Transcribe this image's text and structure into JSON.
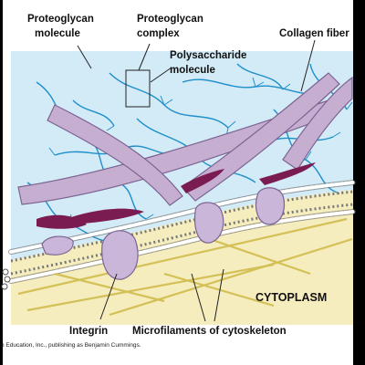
{
  "labels": {
    "proteoglycan_molecule_1": "Proteoglycan",
    "proteoglycan_molecule_2": "molecule",
    "proteoglycan_complex_1": "Proteoglycan",
    "proteoglycan_complex_2": "complex",
    "polysaccharide_molecule_1": "Polysaccharide",
    "polysaccharide_molecule_2": "molecule",
    "collagen_fiber": "Collagen fiber",
    "cytoplasm": "CYTOPLASM",
    "integrin": "Integrin",
    "microfilaments": "Microfilaments of cytoskeleton",
    "credit": "n Education, Inc., publishing as Benjamin Cummings."
  },
  "colors": {
    "background": "#ffffff",
    "extracellular_space": "#d3ebf7",
    "cytoplasm": "#f6edbf",
    "collagen": "#c6aed1",
    "collagen_outline": "#7c6492",
    "proteoglycan_strand": "#1e8fc9",
    "fibronectin": "#7a1b52",
    "integrin": "#c9b6d8",
    "microfilament": "#d3c056",
    "lipid_head": "#ffffff",
    "frame": "#000000"
  }
}
